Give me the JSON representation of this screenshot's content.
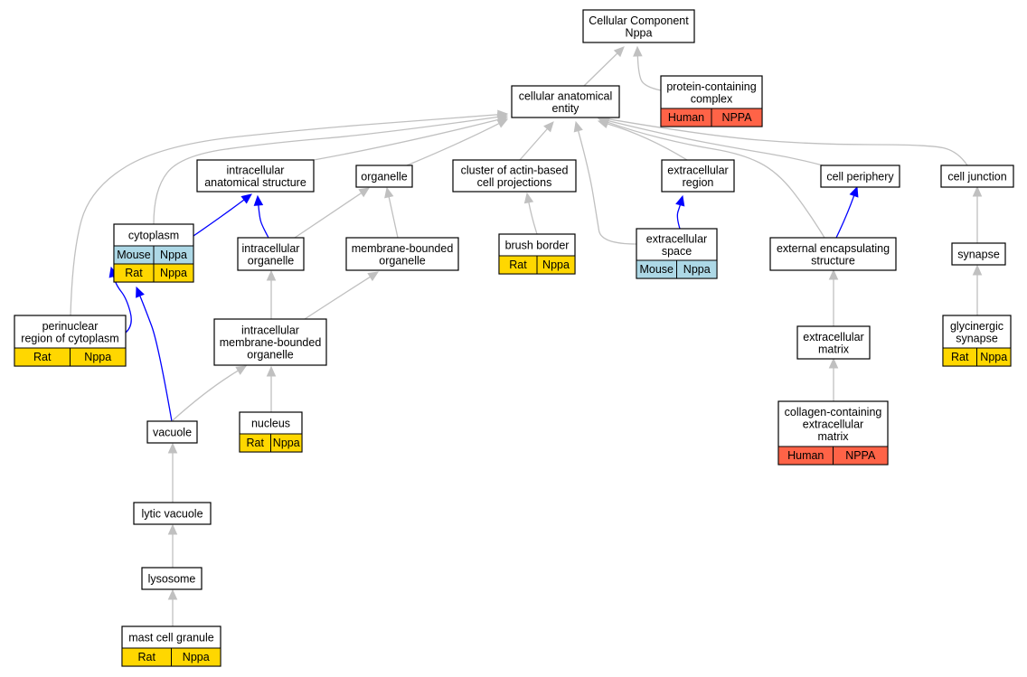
{
  "colors": {
    "edge_gray": "#c0c0c0",
    "edge_blue": "#0000ff",
    "rat": "#ffd700",
    "mouse": "#add8e6",
    "human": "#ff6347"
  },
  "nodes": [
    {
      "id": "cc",
      "lines": [
        "Cellular Component",
        "Nppa"
      ],
      "annotations": []
    },
    {
      "id": "cae",
      "lines": [
        "cellular anatomical",
        "entity"
      ],
      "annotations": []
    },
    {
      "id": "pcc",
      "lines": [
        "protein-containing",
        "complex"
      ],
      "annotations": [
        [
          "Human",
          "NPPA"
        ]
      ]
    },
    {
      "id": "ias",
      "lines": [
        "intracellular",
        "anatomical structure"
      ],
      "annotations": []
    },
    {
      "id": "org",
      "lines": [
        "organelle"
      ],
      "annotations": []
    },
    {
      "id": "cacp",
      "lines": [
        "cluster of actin-based",
        "cell projections"
      ],
      "annotations": []
    },
    {
      "id": "er",
      "lines": [
        "extracellular",
        "region"
      ],
      "annotations": []
    },
    {
      "id": "cp",
      "lines": [
        "cell periphery"
      ],
      "annotations": []
    },
    {
      "id": "cj",
      "lines": [
        "cell junction"
      ],
      "annotations": []
    },
    {
      "id": "cyto",
      "lines": [
        "cytoplasm"
      ],
      "annotations": [
        [
          "Mouse",
          "Nppa"
        ],
        [
          "Rat",
          "Nppa"
        ]
      ]
    },
    {
      "id": "io",
      "lines": [
        "intracellular",
        "organelle"
      ],
      "annotations": []
    },
    {
      "id": "mbo",
      "lines": [
        "membrane-bounded",
        "organelle"
      ],
      "annotations": []
    },
    {
      "id": "bb",
      "lines": [
        "brush border"
      ],
      "annotations": [
        [
          "Rat",
          "Nppa"
        ]
      ]
    },
    {
      "id": "es",
      "lines": [
        "extracellular",
        "space"
      ],
      "annotations": [
        [
          "Mouse",
          "Nppa"
        ]
      ]
    },
    {
      "id": "ees",
      "lines": [
        "external encapsulating",
        "structure"
      ],
      "annotations": []
    },
    {
      "id": "syn",
      "lines": [
        "synapse"
      ],
      "annotations": []
    },
    {
      "id": "prc",
      "lines": [
        "perinuclear",
        "region of cytoplasm"
      ],
      "annotations": [
        [
          "Rat",
          "Nppa"
        ]
      ]
    },
    {
      "id": "imbo",
      "lines": [
        "intracellular",
        "membrane-bounded",
        "organelle"
      ],
      "annotations": []
    },
    {
      "id": "ecm",
      "lines": [
        "extracellular",
        "matrix"
      ],
      "annotations": []
    },
    {
      "id": "gs",
      "lines": [
        "glycinergic",
        "synapse"
      ],
      "annotations": [
        [
          "Rat",
          "Nppa"
        ]
      ]
    },
    {
      "id": "nuc",
      "lines": [
        "nucleus"
      ],
      "annotations": [
        [
          "Rat",
          "Nppa"
        ]
      ]
    },
    {
      "id": "vac",
      "lines": [
        "vacuole"
      ],
      "annotations": []
    },
    {
      "id": "cecm",
      "lines": [
        "collagen-containing",
        "extracellular",
        "matrix"
      ],
      "annotations": [
        [
          "Human",
          "NPPA"
        ]
      ]
    },
    {
      "id": "lv",
      "lines": [
        "lytic vacuole"
      ],
      "annotations": []
    },
    {
      "id": "lys",
      "lines": [
        "lysosome"
      ],
      "annotations": []
    },
    {
      "id": "mcg",
      "lines": [
        "mast cell granule"
      ],
      "annotations": [
        [
          "Rat",
          "Nppa"
        ]
      ]
    }
  ],
  "edges": [
    {
      "from": "cae",
      "to": "cc",
      "color": "gray"
    },
    {
      "from": "pcc",
      "to": "cc",
      "color": "gray"
    },
    {
      "from": "ias",
      "to": "cae",
      "color": "gray"
    },
    {
      "from": "org",
      "to": "cae",
      "color": "gray"
    },
    {
      "from": "cacp",
      "to": "cae",
      "color": "gray"
    },
    {
      "from": "er",
      "to": "cae",
      "color": "gray"
    },
    {
      "from": "cp",
      "to": "cae",
      "color": "gray"
    },
    {
      "from": "cj",
      "to": "cae",
      "color": "gray"
    },
    {
      "from": "cyto",
      "to": "cae",
      "color": "gray"
    },
    {
      "from": "prc",
      "to": "cae",
      "color": "gray"
    },
    {
      "from": "es",
      "to": "cae",
      "color": "gray"
    },
    {
      "from": "ees",
      "to": "cae",
      "color": "gray"
    },
    {
      "from": "cyto",
      "to": "ias",
      "color": "blue"
    },
    {
      "from": "io",
      "to": "ias",
      "color": "blue"
    },
    {
      "from": "io",
      "to": "org",
      "color": "gray"
    },
    {
      "from": "mbo",
      "to": "org",
      "color": "gray"
    },
    {
      "from": "bb",
      "to": "cacp",
      "color": "gray"
    },
    {
      "from": "es",
      "to": "er",
      "color": "blue"
    },
    {
      "from": "ees",
      "to": "cp",
      "color": "blue"
    },
    {
      "from": "syn",
      "to": "cj",
      "color": "gray"
    },
    {
      "from": "imbo",
      "to": "io",
      "color": "gray"
    },
    {
      "from": "imbo",
      "to": "mbo",
      "color": "gray"
    },
    {
      "from": "prc",
      "to": "cyto",
      "color": "blue"
    },
    {
      "from": "vac",
      "to": "cyto",
      "color": "blue"
    },
    {
      "from": "vac",
      "to": "imbo",
      "color": "gray"
    },
    {
      "from": "nuc",
      "to": "imbo",
      "color": "gray"
    },
    {
      "from": "ecm",
      "to": "ees",
      "color": "gray"
    },
    {
      "from": "gs",
      "to": "syn",
      "color": "gray"
    },
    {
      "from": "cecm",
      "to": "ecm",
      "color": "gray"
    },
    {
      "from": "lv",
      "to": "vac",
      "color": "gray"
    },
    {
      "from": "lys",
      "to": "lv",
      "color": "gray"
    },
    {
      "from": "mcg",
      "to": "lys",
      "color": "gray"
    }
  ]
}
